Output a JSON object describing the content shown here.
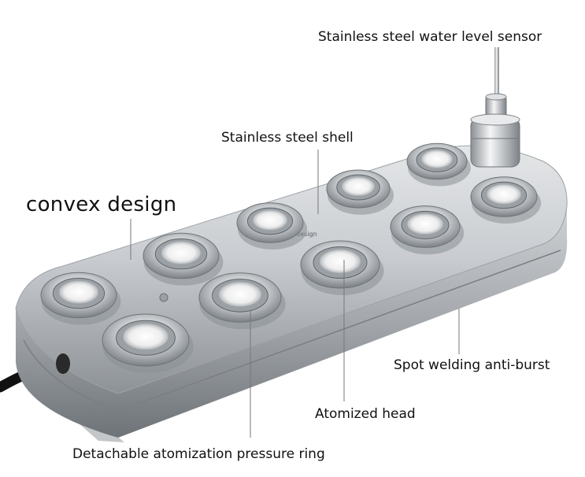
{
  "labels": {
    "sensor": "Stainless steel water level sensor",
    "shell": "Stainless steel shell",
    "convex": "convex design",
    "welding": "Spot welding anti-burst",
    "head": "Atomized head",
    "ring": "Detachable atomization pressure ring"
  },
  "engraving": "convex design",
  "colors": {
    "background": "#ffffff",
    "steel_light": "#e6e8ea",
    "steel_dark": "#8a8f94",
    "ceramic": "#f4f4f4",
    "cable": "#111111",
    "lead_line": "#777777"
  }
}
